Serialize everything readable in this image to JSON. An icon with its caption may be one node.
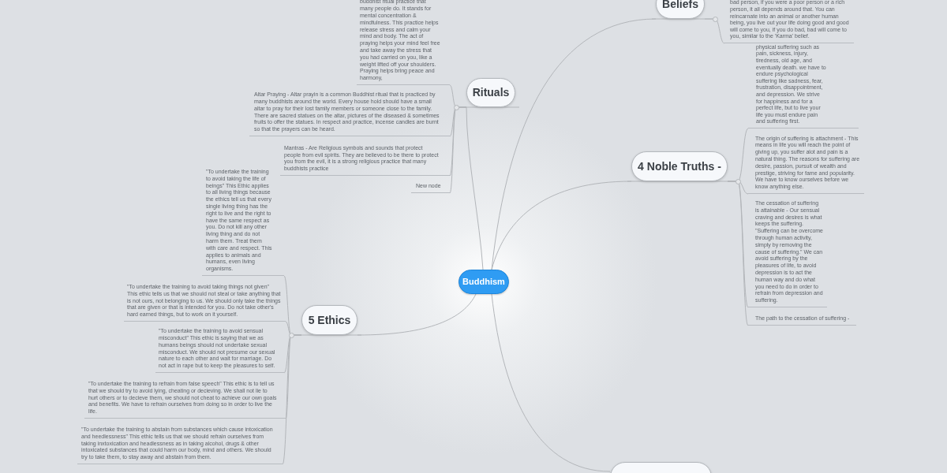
{
  "diagram": {
    "nodes": [
      {
        "text": [
          "Buddhism"
        ]
      },
      {
        "text": [
          "Rituals"
        ]
      },
      {
        "text": [
          "buddhist ritual practice that many people do. It stands for mental concentration & mindfulness. This practice helps release stress and calm your mind and body. The act of praying helps your mind feel free and take away the stress that you had carried on you, like a weight lifted off your shoulders. Praying helps bring peace and harmony,"
        ]
      },
      {
        "text": [
          "Altar Praying - Altar prayin is a common Buddhist ritual that is practiced by many buddhists around the world. Every house hold should have a small altar to pray for their lost family members or someone close to the family. There are sacred statues on the altar, pictures of the diseased & sometimes fruits to offer the statues. In respect and practice, incense candles are burnt so that the prayers can be heard."
        ]
      },
      {
        "text": [
          "Mantras - Are Religious symbols and sounds that protect people from evil spirits. They are believed to be there to protect you from the evil, it is a strong religious practice that many buddhists practice"
        ]
      },
      {
        "text": [
          "New node"
        ]
      },
      {
        "text": [
          "Beliefs"
        ]
      },
      {
        "text": [
          "bad person, if you were a poor person or a rich person, it all depends around that. You can reincarnate into an animal or another human being, you live out your life doing good and good will come to you, if you do bad, bad will come to you, similar to the 'Karma' belief."
        ]
      },
      {
        "text": [
          "4 Noble Truths -"
        ]
      },
      {
        "text": [
          "physical suffering such as pain, sickness, injury, tiredness, old age, and eventually death. we have to endure psychological suffering like sadness, fear, frustration, disappointment, and depression. We strive for happiness and for a perfect life, but to live your life you must endure pain and suffering first."
        ]
      },
      {
        "text": [
          "The origin of suffering is attachment - This means in life you will reach the point of giving up, you suffer alot and pain is a natural thing. The reasons for suffering are desire, passion, pursuit of wealth and prestige, striving for fame and popularity. We have to know ourselves before we know anything else."
        ]
      },
      {
        "text": [
          "The cessation of suffering is attainable - Our sensual craving and desires is what keeps the suffering. \"Suffering can be overcome through human activity, simply by removing the cause of suffering.\" We can avoid suffering by the pleasures of life, to avoid depression is to act the human way and do what you need to do in order to refrain from depression and suffering."
        ]
      },
      {
        "text": [
          "The path to the cessation of suffering -"
        ]
      },
      {
        "text": [
          "5 Ethics"
        ]
      },
      {
        "text": [
          "\"To undertake the training to avoid taking the life of beings\" This Ethic applies to all living things because the ethics tell us that every single living thing has the right to live and the right to have the same respect as you. Do not kill any other living thing and do not harm them. Treat them with care and respect. This applies to animals and humans, even living organisms."
        ]
      },
      {
        "text": [
          "\"To undertake the training to avoid taking things not given\" This ethic tells us that we should not steal or take anything that is not ours, not belonging to us. We should only take the things that are given or that is intended for you. Do not take other's hard earned things, but to work on it yourself."
        ]
      },
      {
        "text": [
          "\"To undertake the training to avoid sensual misconduct\" This ethic is saying that we as humans beings should not undertake sexual misconduct. We should not presume our sexual nature to each other and wait for marriage. Do not act in rape but to keep the pleasures to self."
        ]
      },
      {
        "text": [
          "\"To undertake the training to refrain from false speech\" This ethic is to tell us that we should try to avoid lying, cheating or decieving. We shall not lie to hurt others or to decieve them, we should not cheat to achieve our own goals and benefits. We have to refrain ourselves from doing so in order to live the life."
        ]
      },
      {
        "text": [
          "\"To undertake the training to abstain from substances which cause intoxication and heedlessness\" This ethic tells us that we should refrain ourselves from taking inxtoxication and headlessness as in taking alcohol, drugs & other intoxicated substances that could harm our body, mind and others. We should try to take them, to stay away and abstain from them."
        ]
      },
      {
        "text": [],
        "shape": "box"
      }
    ],
    "edges": [
      {
        "from": 0,
        "to": 1,
        "arrow": "none"
      },
      {
        "from": 0,
        "to": 6,
        "arrow": "none"
      },
      {
        "from": 0,
        "to": 8,
        "arrow": "none"
      },
      {
        "from": 0,
        "to": 13,
        "arrow": "none"
      },
      {
        "from": 0,
        "to": 19,
        "arrow": "none"
      },
      {
        "from": 1,
        "to": 2,
        "arrow": "none"
      },
      {
        "from": 1,
        "to": 3,
        "arrow": "none"
      },
      {
        "from": 1,
        "to": 4,
        "arrow": "none"
      },
      {
        "from": 1,
        "to": 5,
        "arrow": "none"
      },
      {
        "from": 6,
        "to": 7,
        "arrow": "none"
      },
      {
        "from": 8,
        "to": 9,
        "arrow": "none"
      },
      {
        "from": 8,
        "to": 10,
        "arrow": "none"
      },
      {
        "from": 8,
        "to": 11,
        "arrow": "none"
      },
      {
        "from": 8,
        "to": 12,
        "arrow": "none"
      },
      {
        "from": 13,
        "to": 14,
        "arrow": "none"
      },
      {
        "from": 13,
        "to": 15,
        "arrow": "none"
      },
      {
        "from": 13,
        "to": 16,
        "arrow": "none"
      },
      {
        "from": 13,
        "to": 17,
        "arrow": "none"
      },
      {
        "from": 13,
        "to": 18,
        "arrow": "none"
      }
    ]
  }
}
